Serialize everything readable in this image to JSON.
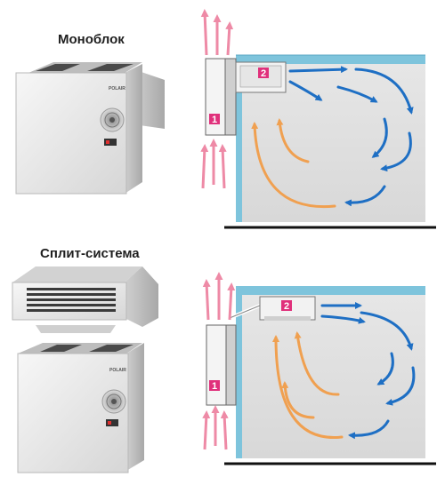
{
  "monoblock": {
    "title": "Моноблок",
    "unit_badge": "POLAIR"
  },
  "split": {
    "title": "Сплит-система",
    "unit_badge": "POLAIR"
  },
  "markers": {
    "one": "1",
    "two": "2"
  },
  "colors": {
    "wall": "#7ec4dc",
    "room": "#e4e4e4",
    "floor": "#111111",
    "marker": "#e0307b",
    "warm_arrow": "#f0a050",
    "cold_arrow": "#1e6fc4",
    "exhaust_arrow": "#f0a0b4"
  }
}
